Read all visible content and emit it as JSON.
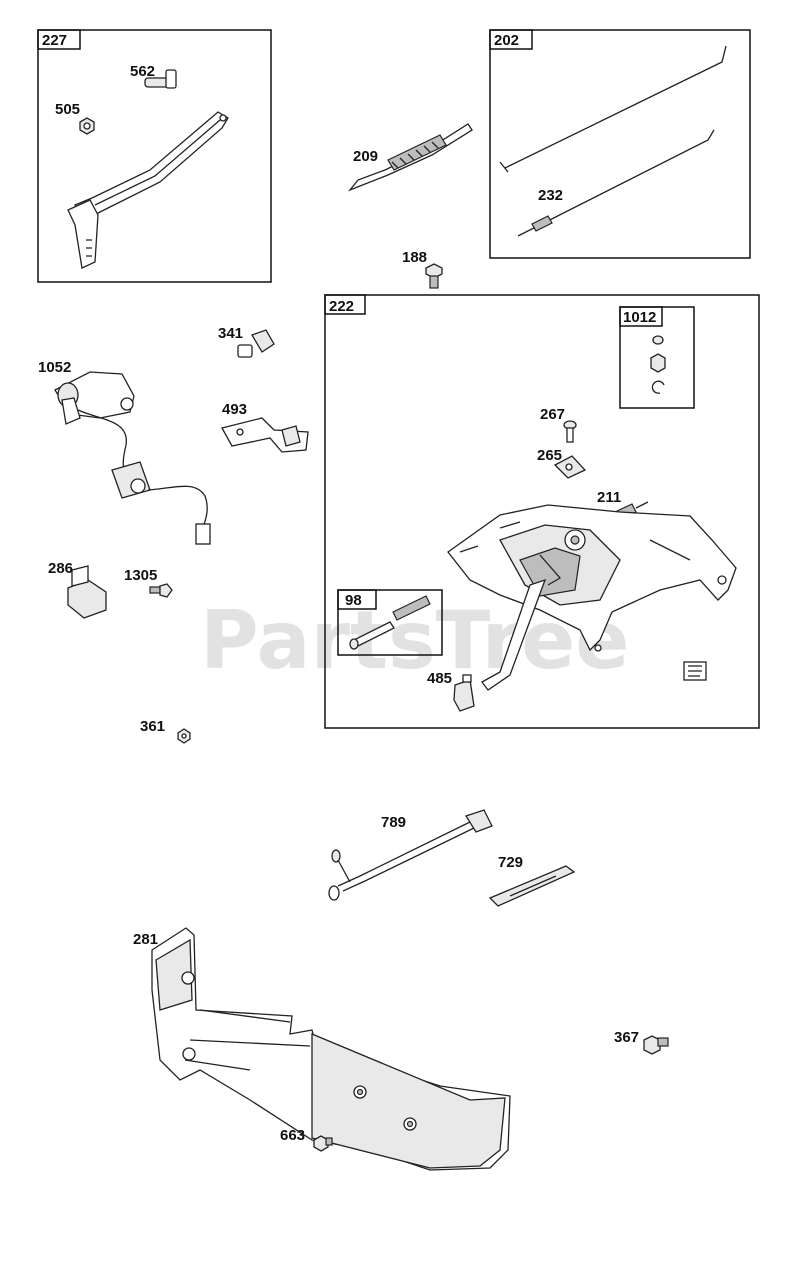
{
  "watermark": "PartsTree",
  "groups": [
    {
      "id": "227"
    },
    {
      "id": "202"
    },
    {
      "id": "222"
    },
    {
      "id": "1012"
    },
    {
      "id": "98"
    }
  ],
  "labels": {
    "p562": "562",
    "p505": "505",
    "p209": "209",
    "p232": "232",
    "p188": "188",
    "p341": "341",
    "p1052": "1052",
    "p493": "493",
    "p267": "267",
    "p265": "265",
    "p211": "211",
    "p286": "286",
    "p1305": "1305",
    "p485": "485",
    "p361": "361",
    "p789": "789",
    "p729": "729",
    "p281": "281",
    "p367": "367",
    "p663": "663"
  }
}
